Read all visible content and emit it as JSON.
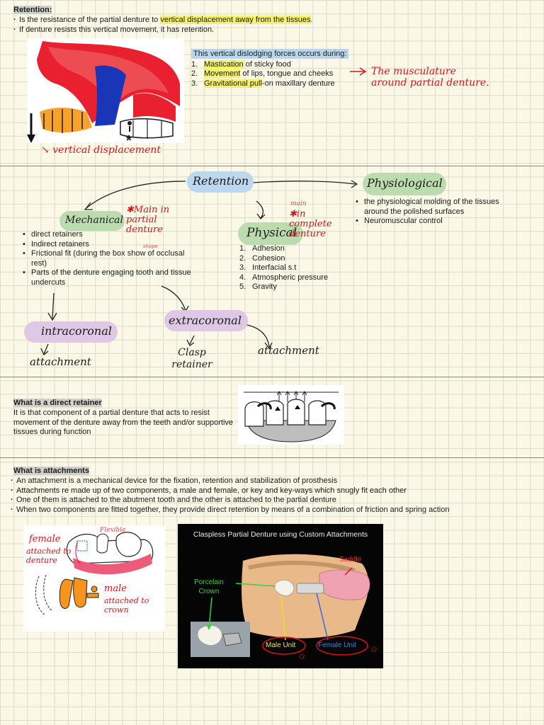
{
  "retention": {
    "heading": "Retention:",
    "lines": [
      {
        "pre": "Is the resistance of the partial denture to ",
        "hl": "vertical displacement away from the tissues",
        "post": "."
      },
      {
        "pre": "If denture resists this vertical movement, it has retention.",
        "hl": "",
        "post": ""
      }
    ],
    "forces_intro": "This vertical dislodging forces occurs during:",
    "forces": [
      {
        "n": "1.",
        "hl": "Mastication",
        "post": " of sticky food"
      },
      {
        "n": "2.",
        "hl": "Movement",
        "post": " of lips, tongue and cheeks"
      },
      {
        "n": "3.",
        "hl": "Gravitational pull",
        "post": "-on maxillary denture"
      }
    ],
    "musculature_note": "The musculature around partial denture.",
    "vertical_displacement": "vertical displacement",
    "asterisk": "*"
  },
  "map": {
    "retention": "Retention",
    "mechanical": "Mechanical",
    "physical": "Physical",
    "physiological": "Physiological",
    "main_partial": "Main in partial denture",
    "main_small": "main",
    "main_complete": "in complete denture",
    "shape_note": "shape",
    "mechanical_items": [
      "direct retainers",
      "Indirect retainers",
      "Frictional fit (during the box show of occlusal rest)",
      "Parts of the denture engaging tooth and tissue undercuts"
    ],
    "physical_items": [
      {
        "n": "1.",
        "t": "Adhesion"
      },
      {
        "n": "2.",
        "t": "Cohesion"
      },
      {
        "n": "3.",
        "t": "Interfacial s.t"
      },
      {
        "n": "4.",
        "t": "Atmospheric pressure"
      },
      {
        "n": "5.",
        "t": "Gravity"
      }
    ],
    "physiological_items": [
      "the physiological molding of the tissues around the polished surfaces",
      "Neuromuscular control"
    ],
    "intracoronal": "intracoronal",
    "extracoronal": "extracoronal",
    "attachment_left": "attachment",
    "attachment_right": "attachment",
    "clasp": "Clasp retainer"
  },
  "direct_retainer": {
    "heading": "What is a direct retainer",
    "body": "It is that component of a partial denture that acts to resist movement of the denture away from the teeth and/or supportive tissues during function"
  },
  "attachments": {
    "heading": "What is attachments",
    "lines": [
      "An attachment is a mechanical device for the fixation, retention and stabilization of prosthesis",
      "Attachments re made up of two components, a male and female, or key and key-ways which snugly fit each other",
      "One of them is attached to the abutment tooth and the other is attached to the partial denture",
      "When two components are fitted together, they provide direct retention by means of a combination of friction and spring action"
    ],
    "sketch": {
      "female": "female",
      "female_sub": "attached to denture",
      "flexible": "Flexible",
      "male": "male",
      "male_sub": "attached to crown"
    },
    "photo": {
      "title": "Claspless Partial Denture using Custom Attachments",
      "saddle": "Saddle",
      "porcelain": "Porcelain Crown",
      "male_unit": "Male Unit",
      "female_unit": "Female Unit"
    }
  },
  "colors": {
    "red_ink": "#d7141b",
    "highlight_yellow": "#f4f06f",
    "highlight_blue": "#b8d6ec",
    "pill_green": "#bcdcb0",
    "pill_blue": "#bcd8ef",
    "pill_purple": "#dfc8e6"
  }
}
